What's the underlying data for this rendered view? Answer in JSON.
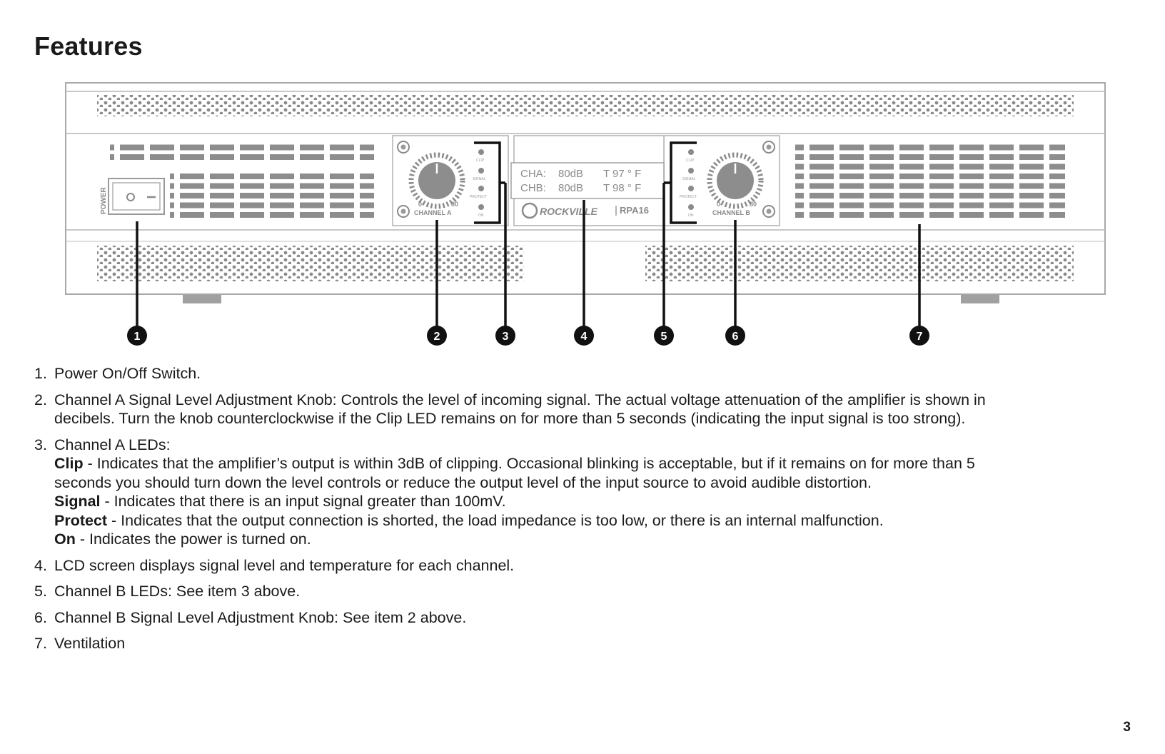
{
  "page": {
    "heading": "Features",
    "page_number": "3"
  },
  "diagram": {
    "power_label": "POWER",
    "switch_on_symbol": "O",
    "switch_off_symbol": "—",
    "channel_a_label": "CHANNEL A",
    "channel_b_label": "CHANNEL B",
    "knob_min": "0",
    "knob_max": "80",
    "led_labels": [
      "CLIP",
      "SIGNAL",
      "PROTECT",
      "ON"
    ],
    "lcd": {
      "cha_label": "CHA:",
      "cha_level": "80dB",
      "cha_temp": "T 97 ° F",
      "chb_label": "CHB:",
      "chb_level": "80dB",
      "chb_temp": "T 98 ° F"
    },
    "brand": "ROCKVILLE",
    "model": "RPA16",
    "callouts": [
      "1",
      "2",
      "3",
      "4",
      "5",
      "6",
      "7"
    ]
  },
  "features": {
    "item1": {
      "num": "1.",
      "text": "Power On/Off Switch."
    },
    "item2": {
      "num": "2.",
      "line1": "Channel A Signal Level Adjustment Knob: Controls the level of incoming signal. The actual voltage attenuation of the amplifier is shown in",
      "line2": "decibels. Turn the knob counterclockwise if the Clip LED remains on for more than 5 seconds (indicating the input signal is too strong)."
    },
    "item3": {
      "num": "3.",
      "title": "Channel A LEDs:",
      "clip_label": "Clip",
      "clip_text1": " - Indicates that the amplifier’s output is within 3dB of clipping. Occasional blinking is acceptable, but if it remains on for more than 5",
      "clip_text2": "seconds you should turn down the level controls or reduce the output level of the input source to avoid audible distortion.",
      "signal_label": "Signal",
      "signal_text": " - Indicates that there is an input signal greater than 100mV.",
      "protect_label": "Protect",
      "protect_text": " - Indicates that the output connection is shorted, the load impedance is too low, or there is an internal malfunction.",
      "on_label": "On",
      "on_text": " - Indicates the power is turned on."
    },
    "item4": {
      "num": "4.",
      "text": "LCD screen displays signal level and temperature for each channel."
    },
    "item5": {
      "num": "5.",
      "text": "Channel B LEDs: See item 3 above."
    },
    "item6": {
      "num": "6.",
      "text": "Channel B Signal Level Adjustment Knob: See item 2 above."
    },
    "item7": {
      "num": "7.",
      "text": "Ventilation"
    }
  }
}
